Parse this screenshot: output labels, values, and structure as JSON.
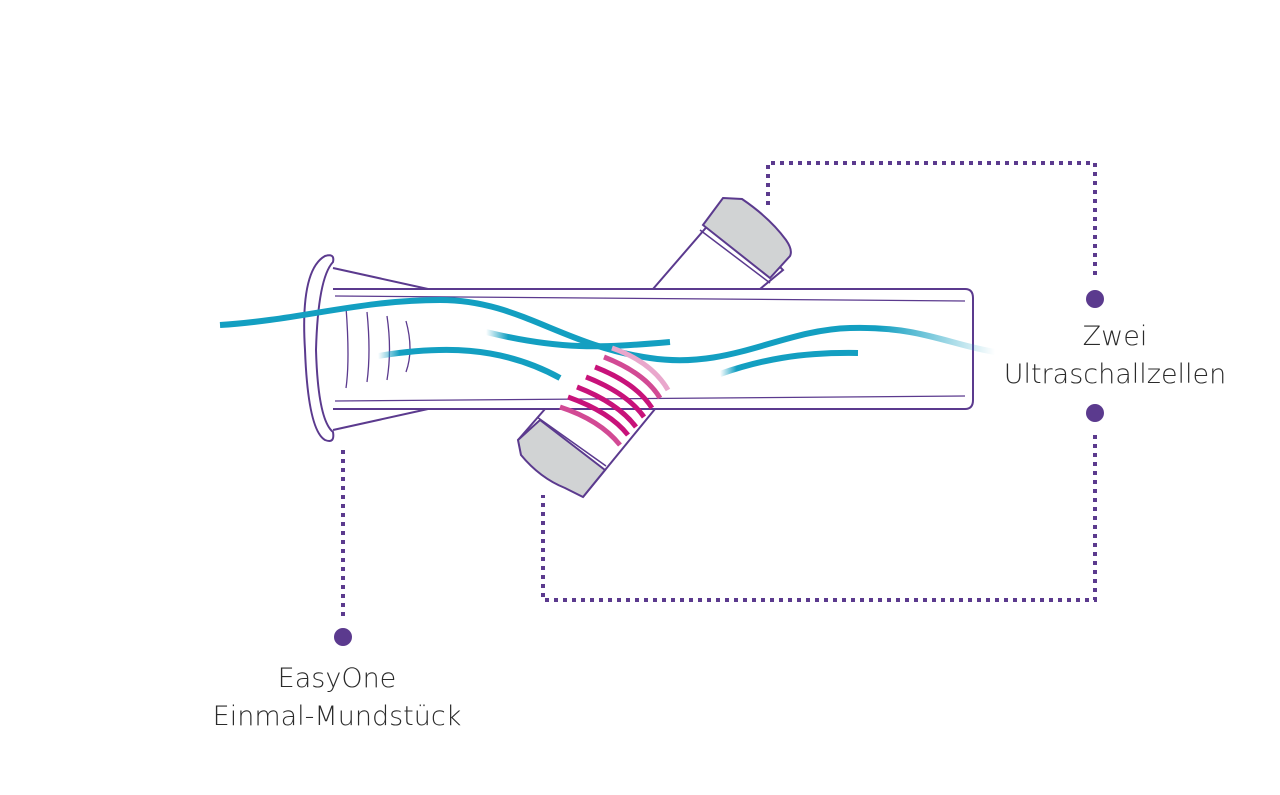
{
  "labels": {
    "ultrasound": {
      "line1": "Zwei",
      "line2": "Ultraschallzellen"
    },
    "mouthpiece": {
      "line1": "EasyOne",
      "line2": "Einmal-Mundstück"
    }
  },
  "colors": {
    "outline": "#5b3a8e",
    "flow": "#139fc1",
    "ultrasound_waves": "#c8127a",
    "cell_cap": "#d1d3d4",
    "connector": "#5b3a8e"
  }
}
